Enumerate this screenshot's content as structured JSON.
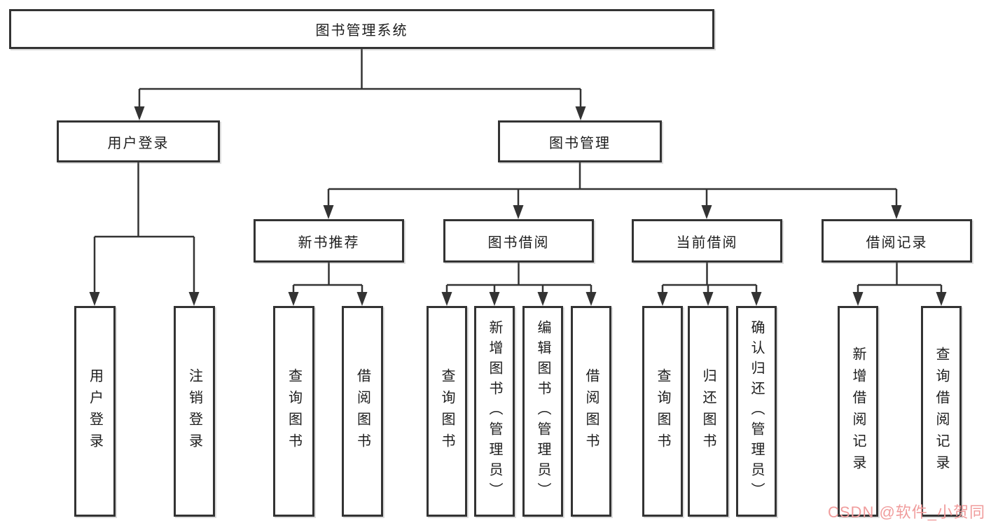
{
  "tree": {
    "root": {
      "label": "图书管理系统"
    },
    "branches": [
      {
        "label": "用户登录",
        "children": [
          {
            "label": "用户登录"
          },
          {
            "label": "注销登录"
          }
        ]
      },
      {
        "label": "图书管理",
        "groups": [
          {
            "label": "新书推荐",
            "children": [
              {
                "label": "查询图书"
              },
              {
                "label": "借阅图书"
              }
            ]
          },
          {
            "label": "图书借阅",
            "children": [
              {
                "label": "查询图书"
              },
              {
                "label": "新增图书（管理员）"
              },
              {
                "label": "编辑图书（管理员）"
              },
              {
                "label": "借阅图书"
              }
            ]
          },
          {
            "label": "当前借阅",
            "children": [
              {
                "label": "查询图书"
              },
              {
                "label": "归还图书"
              },
              {
                "label": "确认归还（管理员）"
              }
            ]
          },
          {
            "label": "借阅记录",
            "children": [
              {
                "label": "新增借阅记录"
              },
              {
                "label": "查询借阅记录"
              }
            ]
          }
        ]
      }
    ]
  },
  "watermark": {
    "text": "CSDN @软件_小贺同学",
    "color": "#f09c9c"
  },
  "colors": {
    "line": "#333333",
    "box_border": "#333333",
    "box_background": "#ffffff",
    "text": "#1d1d1d"
  }
}
